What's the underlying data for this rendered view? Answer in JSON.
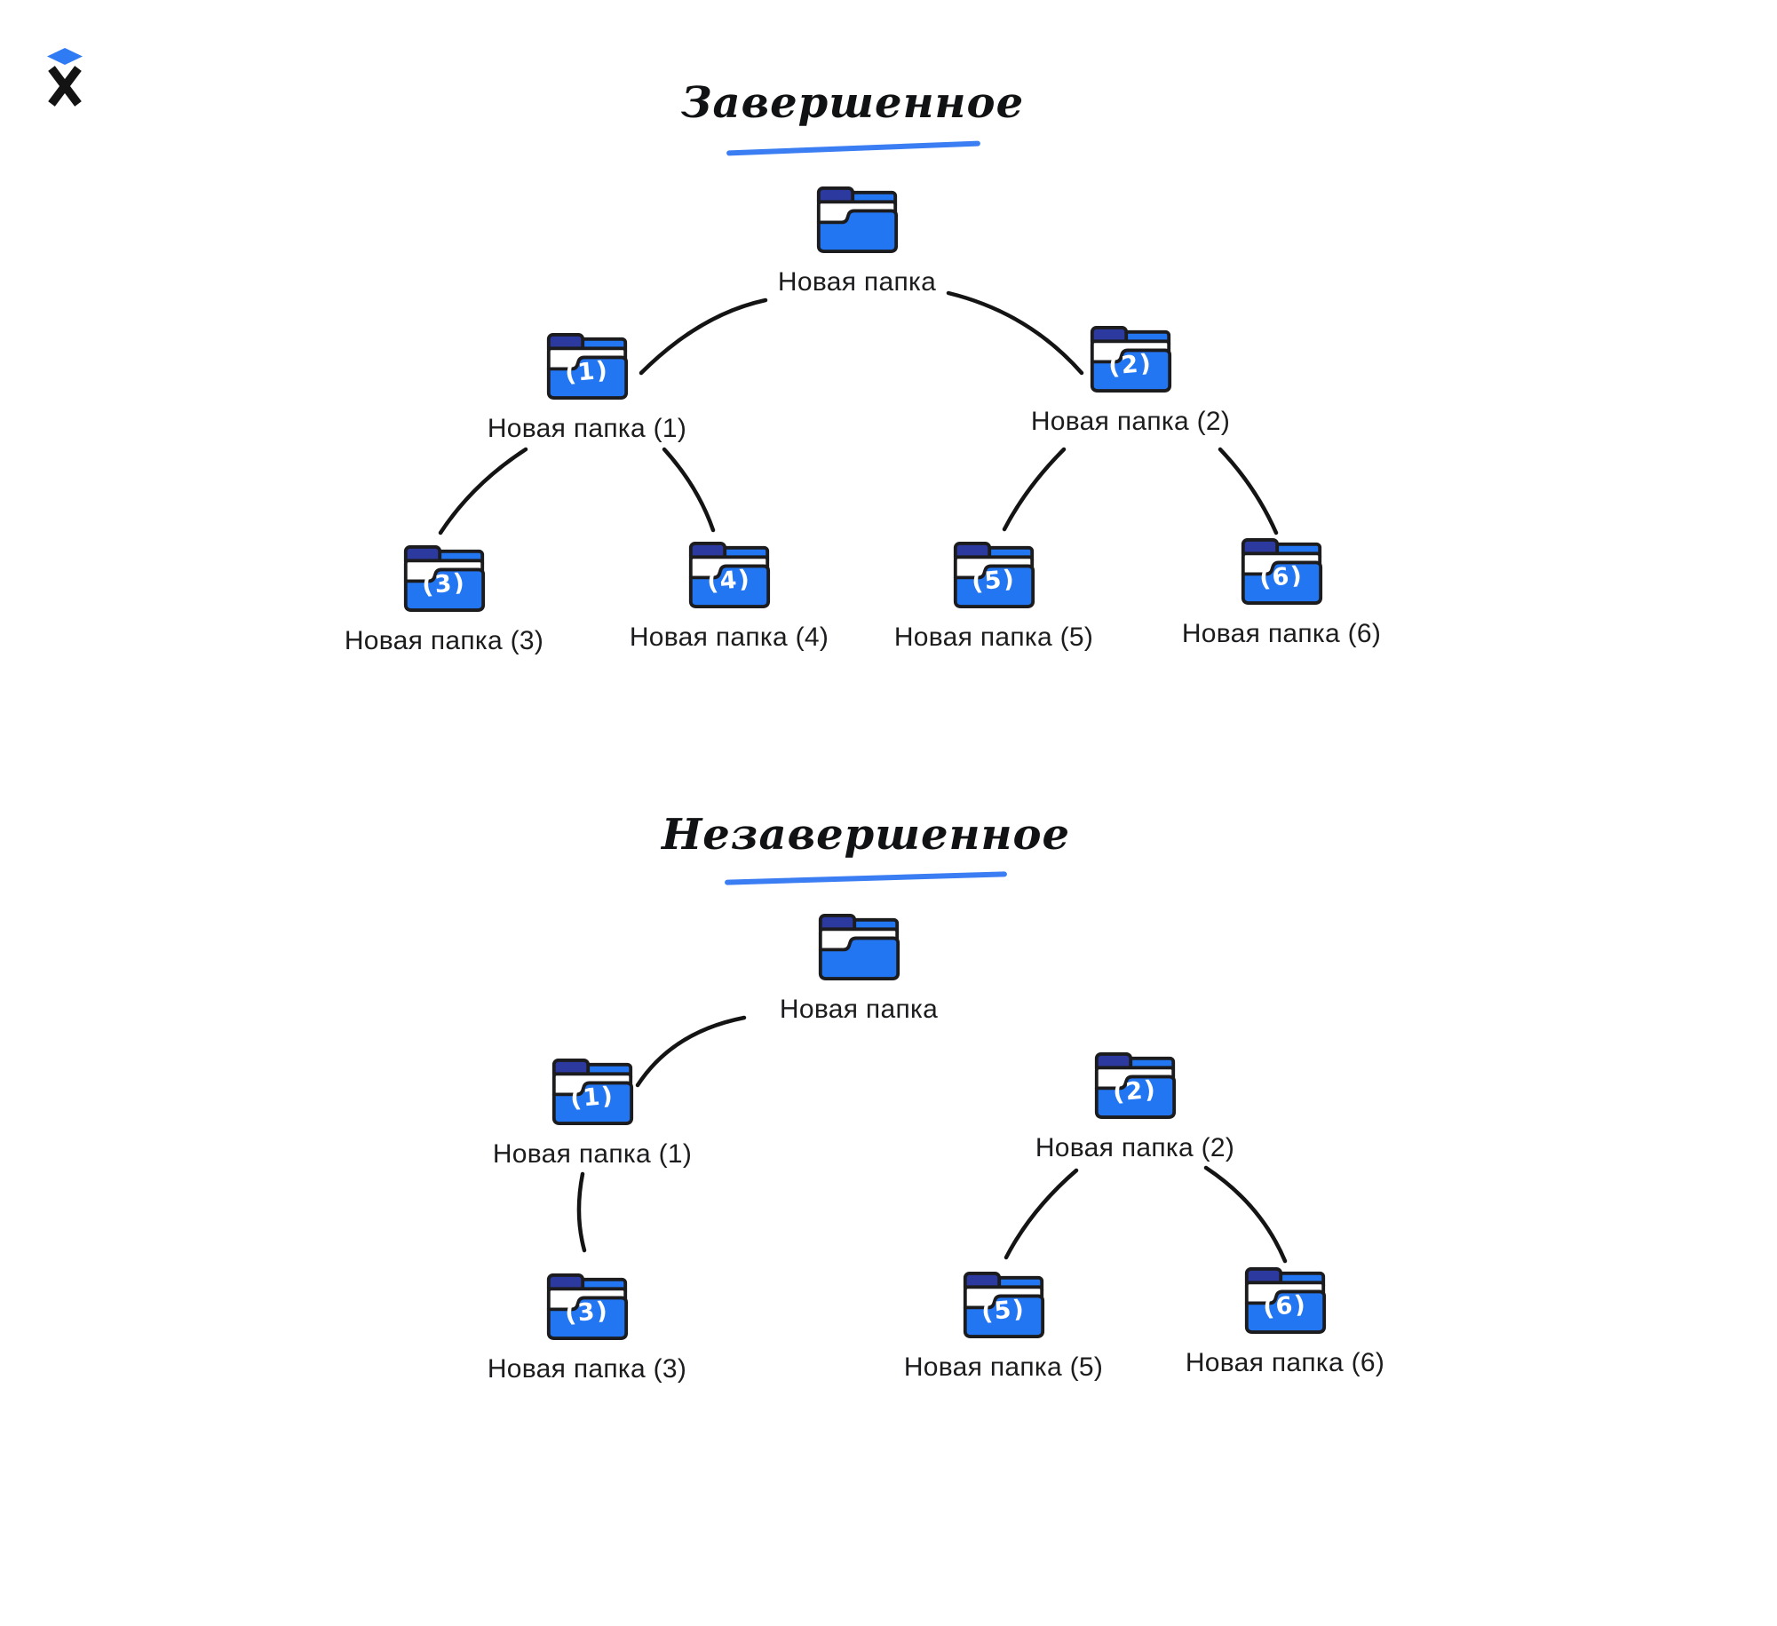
{
  "brand": {
    "letter": "X",
    "diamond_color": "#2f7bf4",
    "letter_color": "#131313"
  },
  "colors": {
    "folder_blue": "#2376f2",
    "folder_navy": "#2c3aa0",
    "paper_white": "#ffffff",
    "outline_black": "#1c1c1e",
    "edge_black": "#141414",
    "underline_blue": "#3b7df3",
    "label_text": "#1c1c1e",
    "badge_text": "#ffffff",
    "background": "#ffffff"
  },
  "sections": [
    {
      "title": "Завершенное",
      "nodes": [
        {
          "label": "Новая папка",
          "badge": ""
        },
        {
          "label": "Новая папка (1)",
          "badge": "(1)"
        },
        {
          "label": "Новая папка (2)",
          "badge": "(2)"
        },
        {
          "label": "Новая папка (3)",
          "badge": "(3)"
        },
        {
          "label": "Новая папка (4)",
          "badge": "(4)"
        },
        {
          "label": "Новая папка (5)",
          "badge": "(5)"
        },
        {
          "label": "Новая папка (6)",
          "badge": "(6)"
        }
      ],
      "edges": [
        {
          "from": "Новая папка",
          "to": "Новая папка (1)"
        },
        {
          "from": "Новая папка",
          "to": "Новая папка (2)"
        },
        {
          "from": "Новая папка (1)",
          "to": "Новая папка (3)"
        },
        {
          "from": "Новая папка (1)",
          "to": "Новая папка (4)"
        },
        {
          "from": "Новая папка (2)",
          "to": "Новая папка (5)"
        },
        {
          "from": "Новая папка (2)",
          "to": "Новая папка (6)"
        }
      ]
    },
    {
      "title": "Незавершенное",
      "nodes": [
        {
          "label": "Новая папка",
          "badge": ""
        },
        {
          "label": "Новая папка (1)",
          "badge": "(1)"
        },
        {
          "label": "Новая папка (2)",
          "badge": "(2)"
        },
        {
          "label": "Новая папка (3)",
          "badge": "(3)"
        },
        {
          "label": "Новая папка (5)",
          "badge": "(5)"
        },
        {
          "label": "Новая папка (6)",
          "badge": "(6)"
        }
      ],
      "edges": [
        {
          "from": "Новая папка",
          "to": "Новая папка (1)"
        },
        {
          "from": "Новая папка (1)",
          "to": "Новая папка (3)"
        },
        {
          "from": "Новая папка (2)",
          "to": "Новая папка (5)"
        },
        {
          "from": "Новая папка (2)",
          "to": "Новая папка (6)"
        }
      ]
    }
  ]
}
